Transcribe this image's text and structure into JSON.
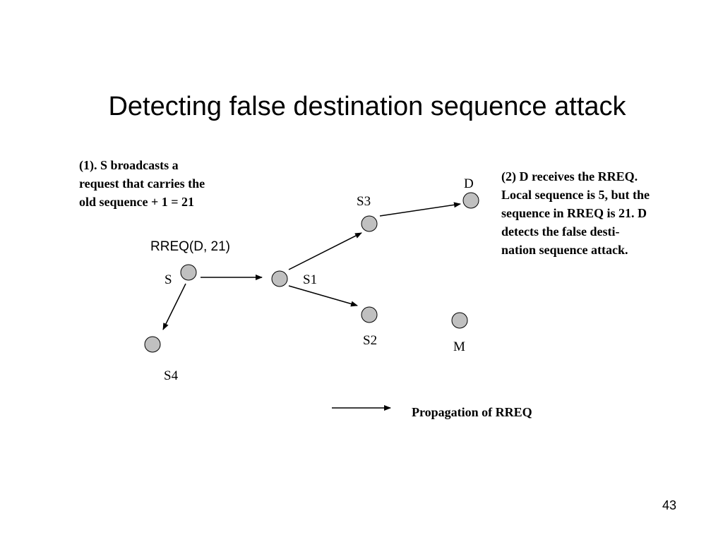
{
  "title": "Detecting false destination sequence attack",
  "notes": {
    "step1": [
      "(1). S broadcasts a",
      "request that carries the",
      "old sequence + 1 = 21"
    ],
    "step2": [
      "(2) D receives the RREQ.",
      "Local sequence is 5, but the",
      "sequence in RREQ is 21. D",
      "detects the false desti-",
      "nation sequence attack."
    ]
  },
  "rreq_label": "RREQ(D, 21)",
  "nodes": {
    "S": "S",
    "S1": "S1",
    "S2": "S2",
    "S3": "S3",
    "S4": "S4",
    "D": "D",
    "M": "M"
  },
  "legend": {
    "label": "Propagation of RREQ"
  },
  "slide_number": "43",
  "colors": {
    "node_fill": "#c0c0c0",
    "node_stroke": "#000000"
  }
}
